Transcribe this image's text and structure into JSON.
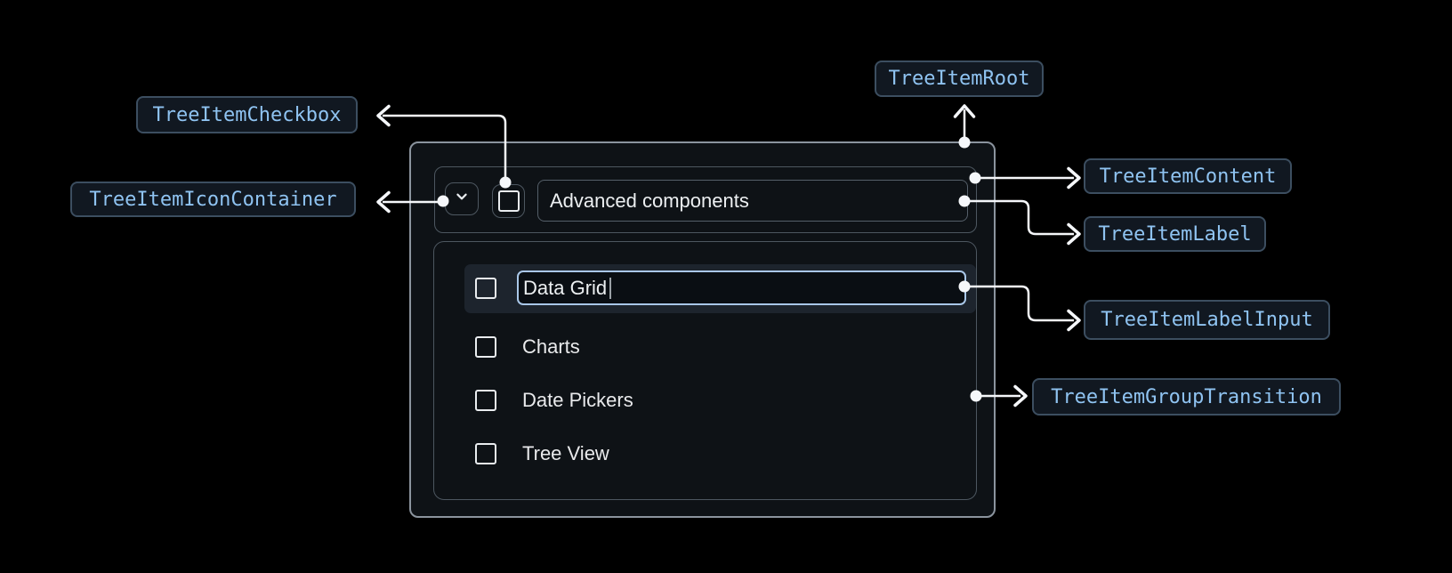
{
  "diagram": {
    "annotations": {
      "root": "TreeItemRoot",
      "checkbox": "TreeItemCheckbox",
      "icon_container": "TreeItemIconContainer",
      "content": "TreeItemContent",
      "label": "TreeItemLabel",
      "label_input": "TreeItemLabelInput",
      "group_transition": "TreeItemGroupTransition"
    },
    "tree": {
      "parent_label": "Advanced components",
      "editing_item_value": "Data Grid",
      "items": [
        "Charts",
        "Date Pickers",
        "Tree View"
      ],
      "checkboxes_checked": "none",
      "expanded": "true"
    },
    "icons": {
      "expand": "chevron-down-icon",
      "checkbox": "checkbox-unchecked-icon"
    },
    "colors": {
      "page_bg": "#000000",
      "panel_bg": "#0e1216",
      "panel_border": "#8b949e",
      "box_border": "#4d5760",
      "row_highlight": "#1d242d",
      "input_border": "#a9c7e8",
      "annotation_text": "#8fc3f1",
      "annotation_border": "#3c4e60",
      "annotation_bg": "#111821",
      "connector": "#f5f7fa",
      "text": "#eceff1"
    }
  }
}
